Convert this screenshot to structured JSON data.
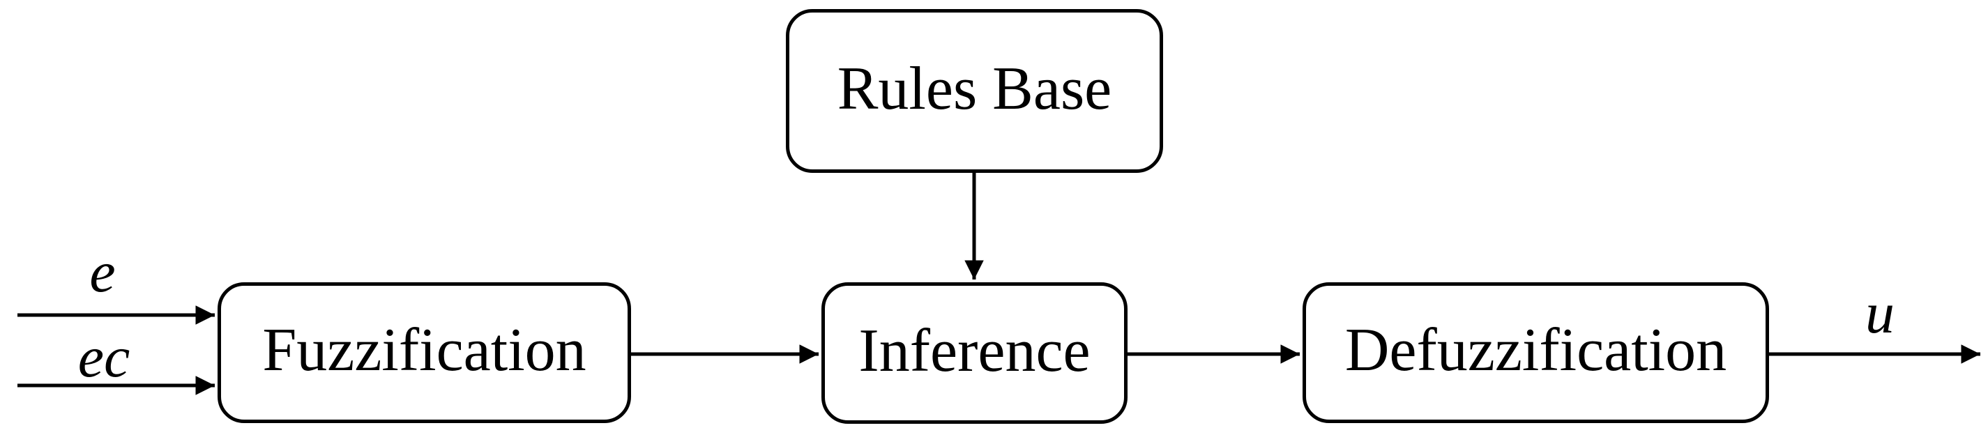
{
  "diagram": {
    "background_color": "#ffffff",
    "stroke_color": "#000000",
    "block_fill_color": "#ffffff",
    "blocks": [
      {
        "id": "rules-base",
        "label": "Rules Base"
      },
      {
        "id": "fuzzification",
        "label": "Fuzzification"
      },
      {
        "id": "inference",
        "label": "Inference"
      },
      {
        "id": "defuzzification",
        "label": "Defuzzification"
      }
    ],
    "signal_labels": {
      "input_top": "e",
      "input_bottom": "ec",
      "output": "u"
    }
  }
}
